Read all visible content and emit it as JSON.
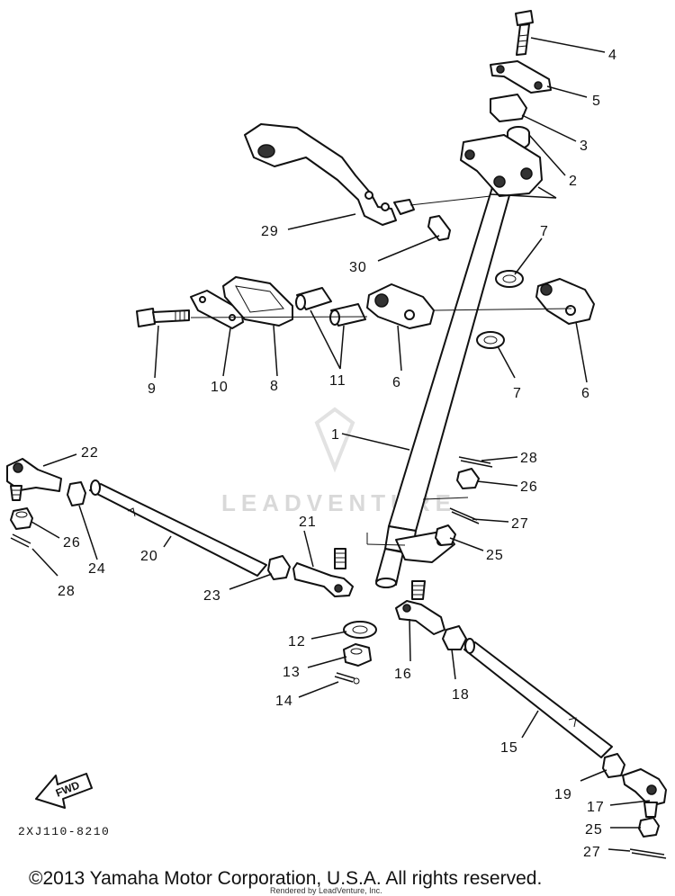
{
  "diagram": {
    "part_code": "2XJ110-8210",
    "watermark_text": "LEADVENTURE",
    "fwd_label": "FWD",
    "copyright": "©2013 Yamaha Motor Corporation, U.S.A. All rights reserved.",
    "rendered_by": "Rendered by LeadVenture, Inc.",
    "callouts": {
      "c1": "1",
      "c2": "2",
      "c3": "3",
      "c4": "4",
      "c5": "5",
      "c6a": "6",
      "c6b": "6",
      "c7a": "7",
      "c7b": "7",
      "c8": "8",
      "c9": "9",
      "c10": "10",
      "c11": "11",
      "c12": "12",
      "c13": "13",
      "c14": "14",
      "c15": "15",
      "c16": "16",
      "c17": "17",
      "c18": "18",
      "c19": "19",
      "c20": "20",
      "c21": "21",
      "c22": "22",
      "c23": "23",
      "c24": "24",
      "c25a": "25",
      "c25b": "25",
      "c26a": "26",
      "c26b": "26",
      "c27a": "27",
      "c27b": "27",
      "c28a": "28",
      "c28b": "28",
      "c29": "29",
      "c30": "30"
    }
  }
}
